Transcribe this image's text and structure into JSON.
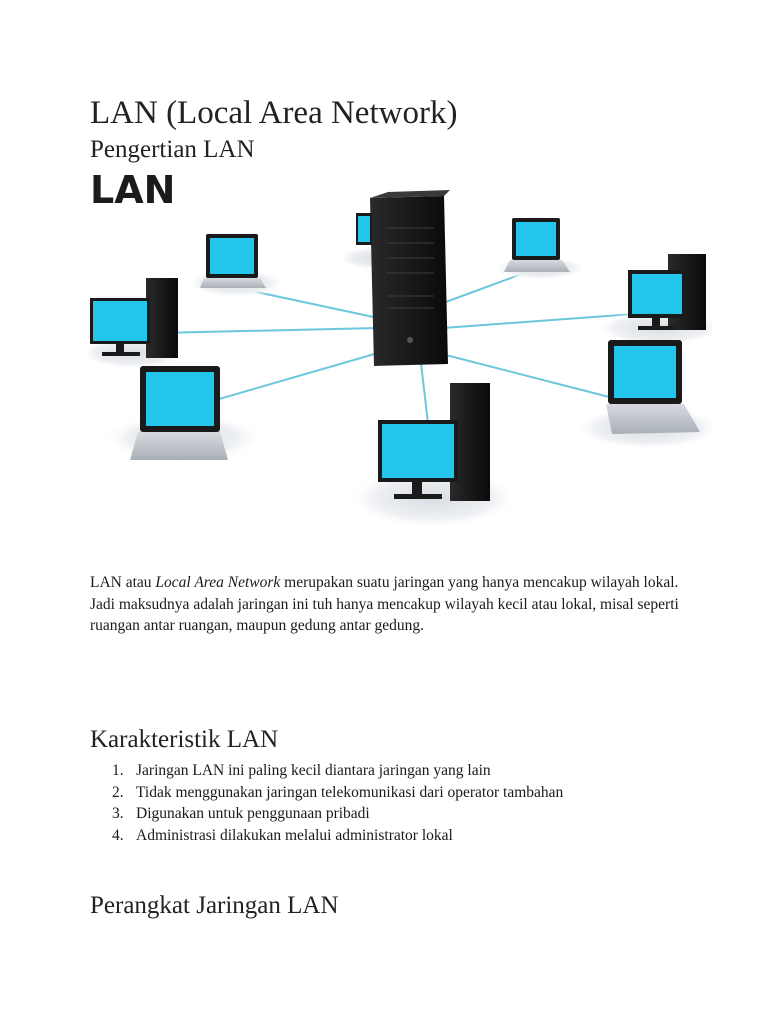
{
  "title": "LAN (Local Area Network)",
  "subtitle": "Pengertian LAN",
  "diagram": {
    "label": "LAN",
    "cable_color": "#6cc6dc",
    "screen_color": "#22c6ec"
  },
  "paragraph": {
    "line1_start": "LAN atau ",
    "line1_italic": "Local Area Network",
    "line1_end": " merupakan suatu jaringan yang hanya mencakup wilayah lokal.",
    "line2": "Jadi maksudnya adalah jaringan ini tuh hanya mencakup wilayah kecil atau lokal, misal seperti ruangan antar ruangan, maupun gedung antar gedung."
  },
  "characteristics": {
    "heading": "Karakteristik LAN",
    "items": [
      {
        "num": "1.",
        "text": "Jaringan LAN ini paling kecil diantara jaringan yang lain"
      },
      {
        "num": "2.",
        "text": "Tidak menggunakan jaringan telekomunikasi dari operator tambahan"
      },
      {
        "num": "3.",
        "text": "Digunakan untuk penggunaan pribadi"
      },
      {
        "num": "4.",
        "text": "Administrasi dilakukan melalui administrator lokal"
      }
    ]
  },
  "devices_heading": "Perangkat Jaringan LAN"
}
